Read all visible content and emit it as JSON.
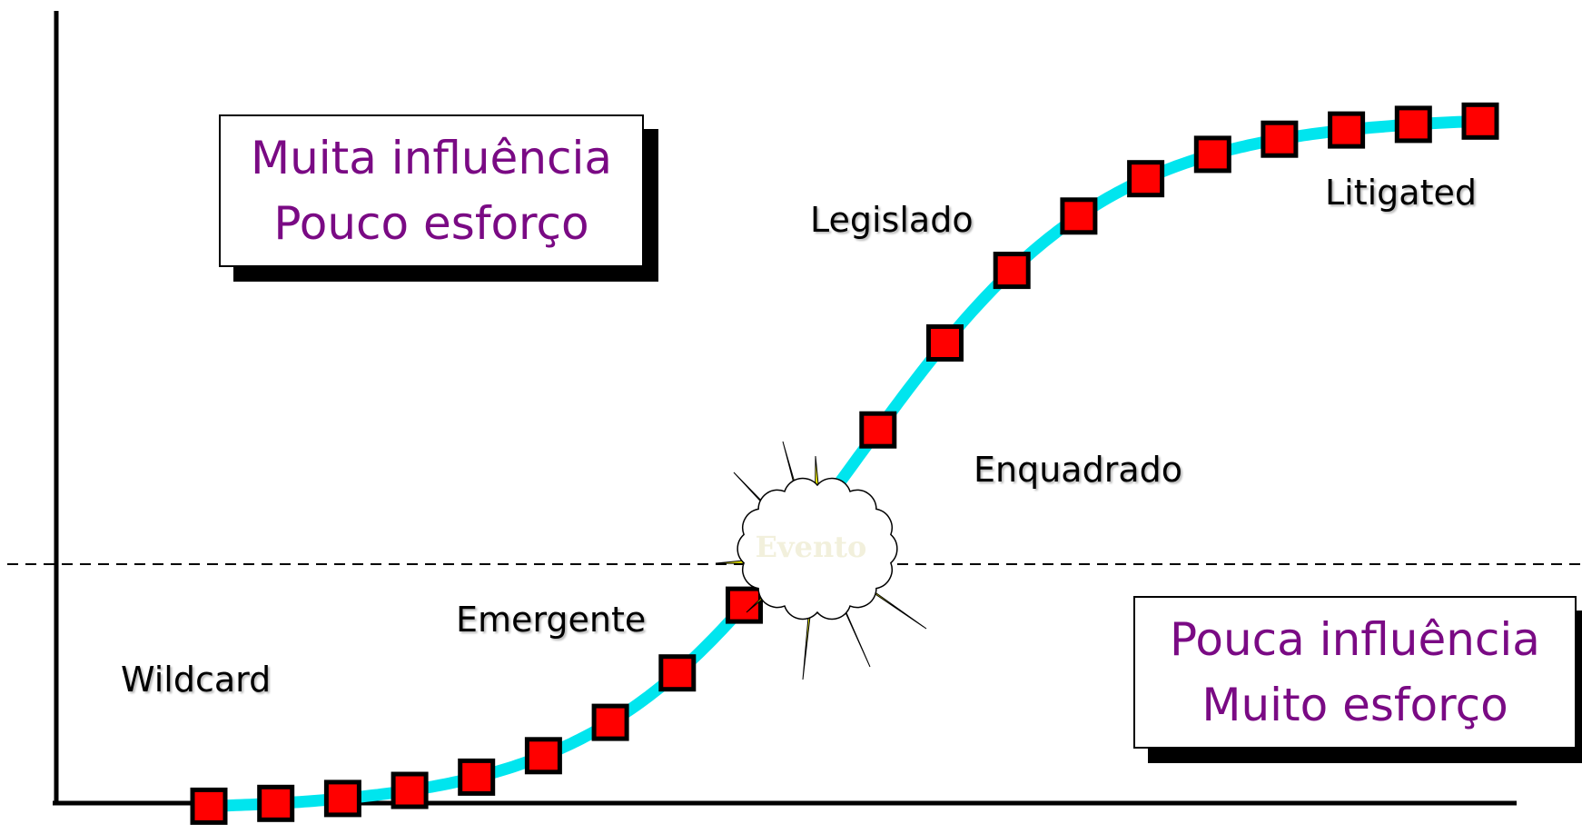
{
  "quadrants": {
    "top": {
      "line1": "Muita influência",
      "line2": "Pouco esforço"
    },
    "bottom": {
      "line1": "Pouca influência",
      "line2": "Muito esforço"
    }
  },
  "stages": {
    "wildcard": "Wildcard",
    "emergente": "Emergente",
    "legislado": "Legislado",
    "enquadrado": "Enquadrado",
    "litigated": "Litigated"
  },
  "event": {
    "label": "Evento"
  },
  "colors": {
    "curve": "#00e5ee",
    "marker_fill": "#ff0000",
    "marker_border": "#000000",
    "quadrant_text": "#7a0a84",
    "burst": "#ffff00",
    "event_text": "#f2f0dc"
  },
  "curve": {
    "type": "s-curve",
    "marker_count": 20
  }
}
